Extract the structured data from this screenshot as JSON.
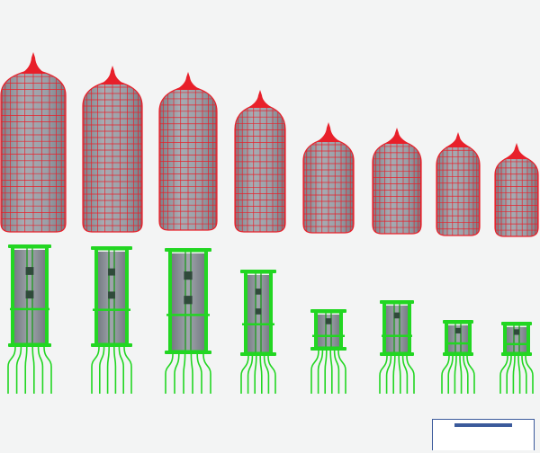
{
  "colors": {
    "background": "#f3f4f4",
    "body_fill": "#9aa0a8",
    "body_shadow": "#7a808a",
    "wire": "#e8202a",
    "hardware": "#22d622",
    "hardware_dark": "#119911",
    "hardware_body": "#8e949c",
    "corner_box": "#3b5a9b"
  },
  "icons": {
    "tube_top_row": "wireframe-tube-mesh",
    "tube_bottom_row": "wireframe-tube-hardware",
    "corner": "watermark-box"
  },
  "scene": {
    "tube_count": 8
  }
}
